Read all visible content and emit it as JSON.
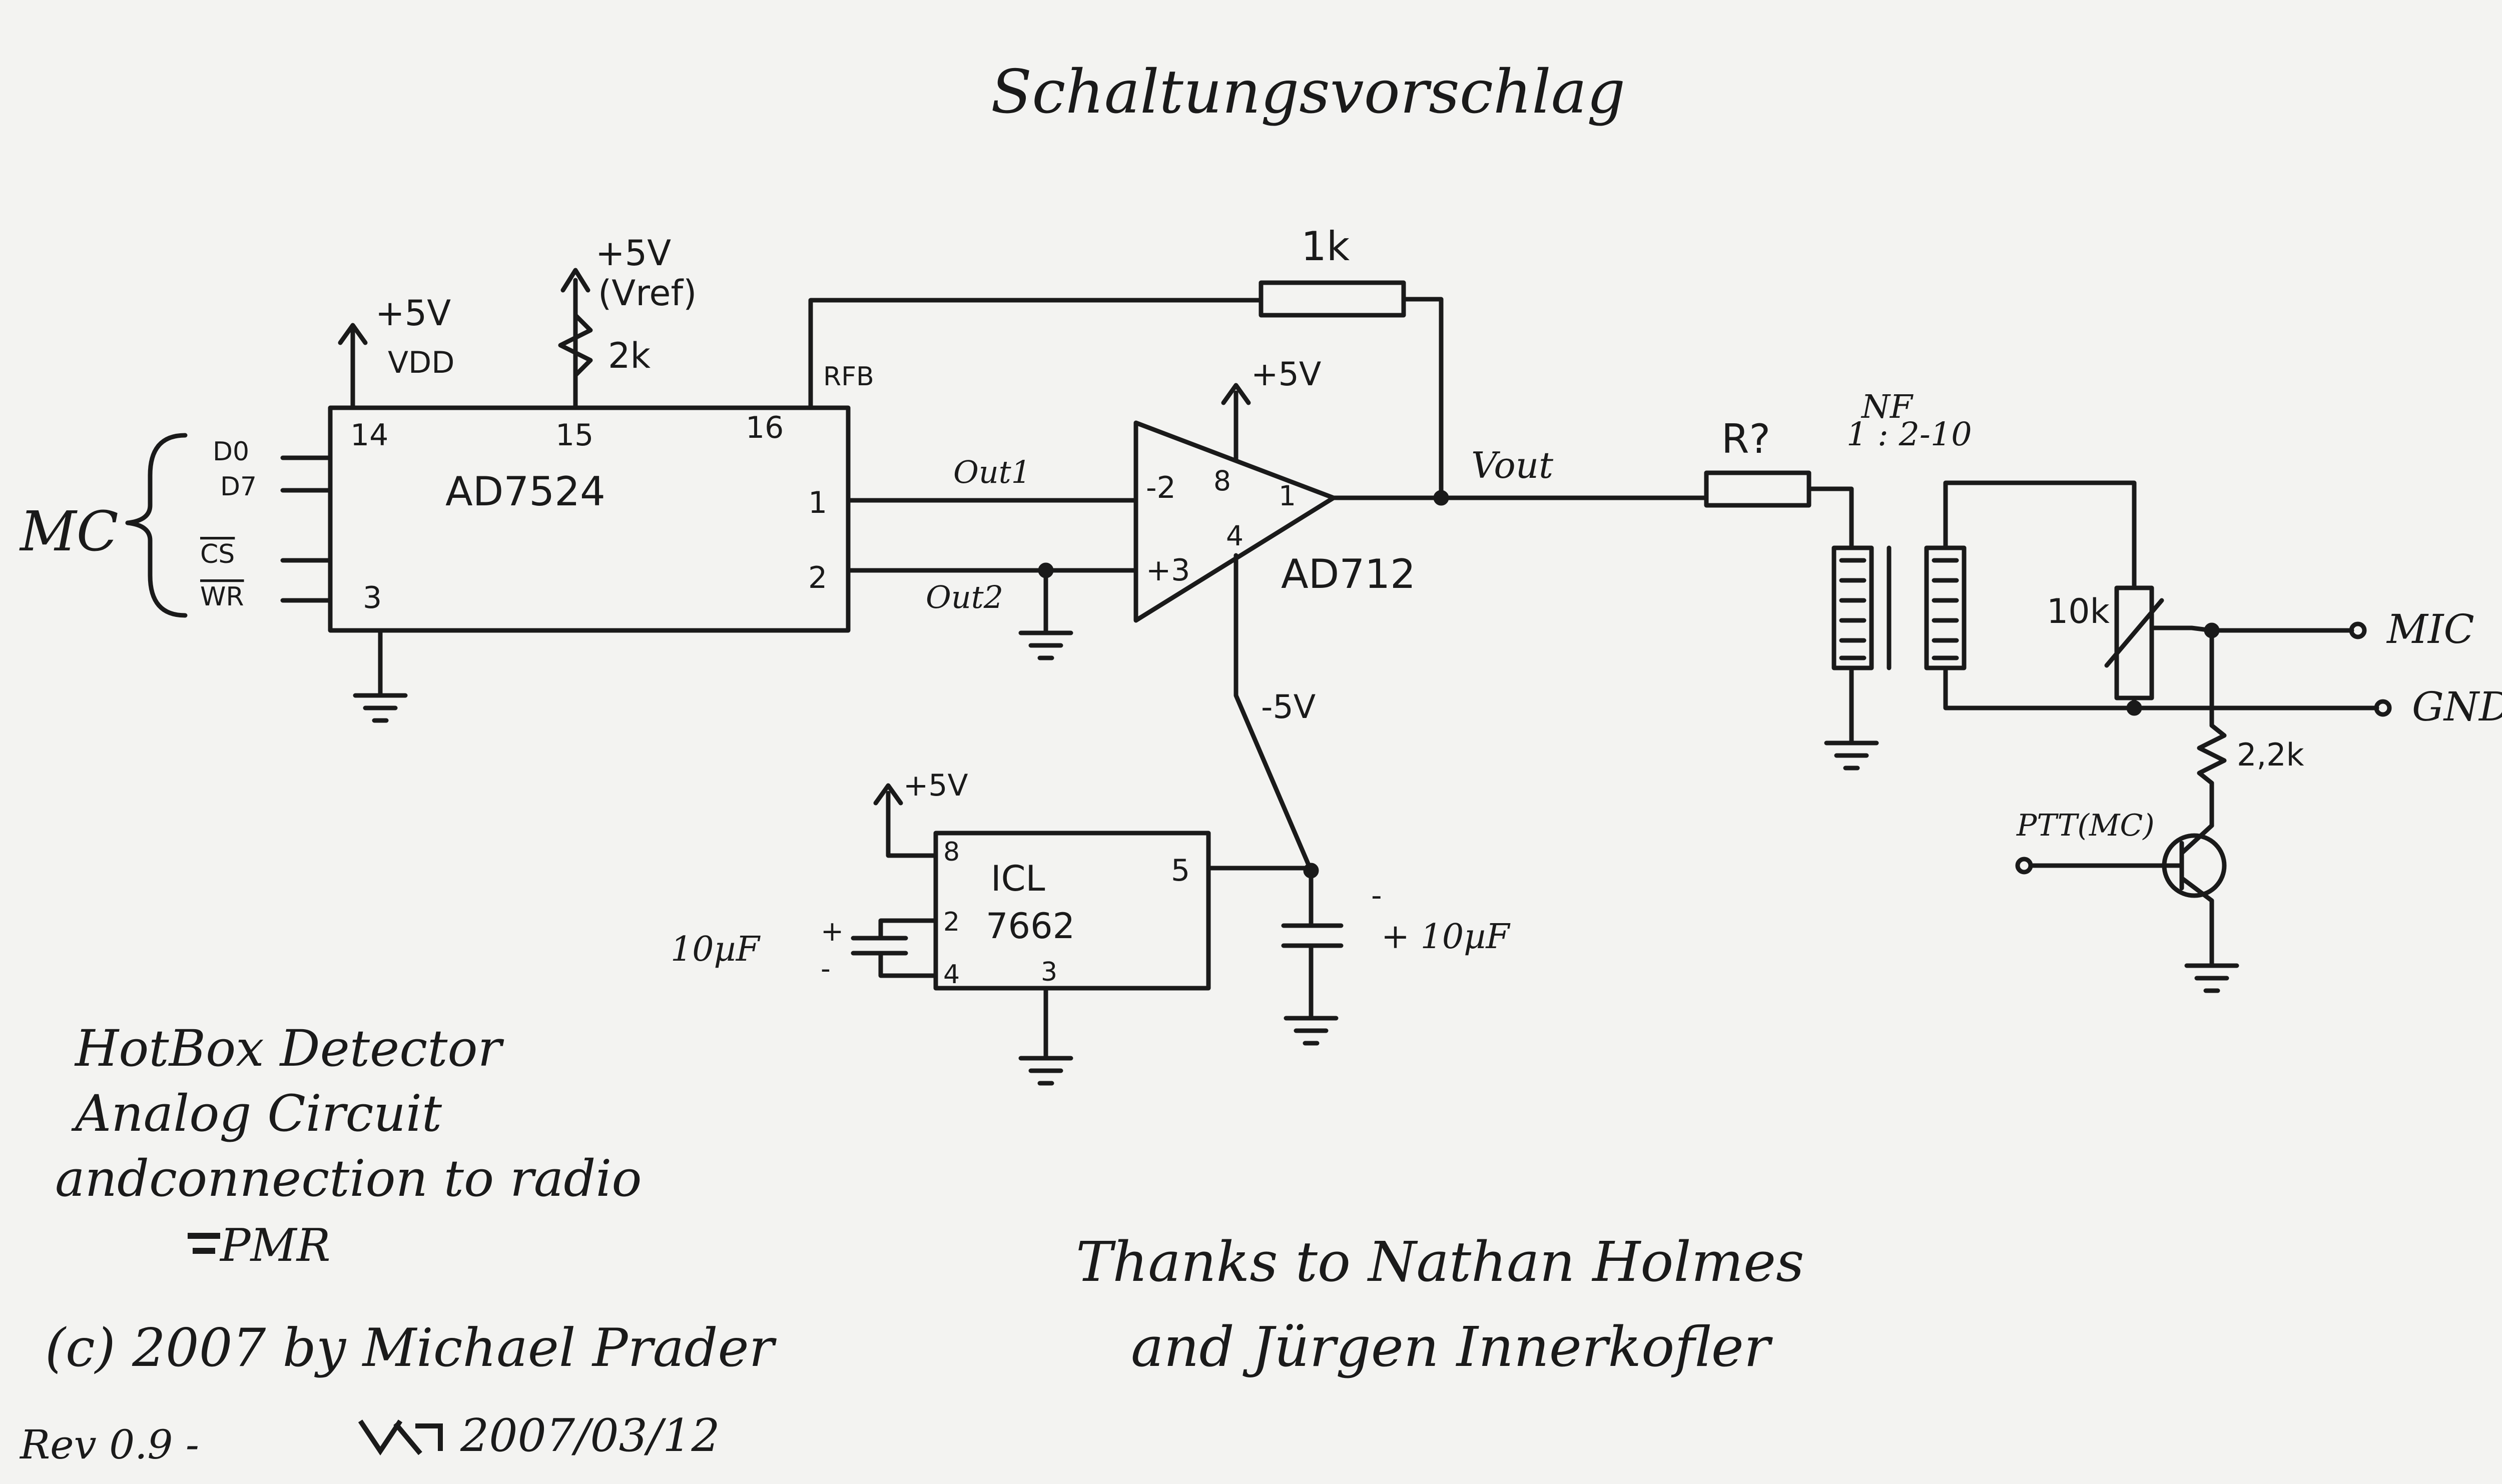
{
  "title": "Schaltungsvorschlag",
  "ad7524": {
    "name": "AD7524",
    "pins": {
      "p14": "14",
      "p15": "15",
      "p16": "16",
      "p1": "1",
      "p2": "2",
      "p3": "3"
    },
    "inputs": [
      "D0",
      "D7",
      "CS",
      "WR"
    ],
    "bus_label": "MC",
    "vdd": "+5V",
    "vdd_name": "VDD",
    "vref": "+5V",
    "vref_name": "(Vref)",
    "vref_pot": "2k",
    "rfb": "RFB"
  },
  "opamp": {
    "name": "AD712",
    "pin_minus": "-2",
    "pin_plus": "+3",
    "pin8": "8",
    "pin4": "4",
    "pin1": "1",
    "vpos": "+5V",
    "vneg": "-5V"
  },
  "nets": {
    "out1": "Out1",
    "out2": "Out2",
    "vout": "Vout"
  },
  "feedback_resistor": "1k",
  "series_resistor": "R?",
  "transformer": {
    "type": "NF",
    "ratio": "1 : 2-10"
  },
  "pot_out": "10k",
  "pulldown": "2,2k",
  "connectors": {
    "mic": "MIC",
    "gnd": "GND",
    "ptt": "PTT(MC)"
  },
  "icl": {
    "name_line1": "ICL",
    "name_line2": "7662",
    "pins": {
      "p8": "8",
      "p2": "2",
      "p4": "4",
      "p3": "3",
      "p5": "5"
    },
    "vin": "+5V",
    "cap_left": "10µF",
    "cap_left_plus": "+",
    "cap_left_minus": "-",
    "cap_right": "+ 10µF",
    "cap_right_minus": "-"
  },
  "description": [
    "HotBox Detector",
    "Analog Circuit",
    "andconnection to radio",
    "PMR",
    "(c) 2007 by Michael Prader"
  ],
  "revision": "Rev 0.9 -",
  "date": "2007/03/12",
  "thanks": [
    "Thanks to Nathan Holmes",
    "and Jürgen Innerkofler"
  ]
}
